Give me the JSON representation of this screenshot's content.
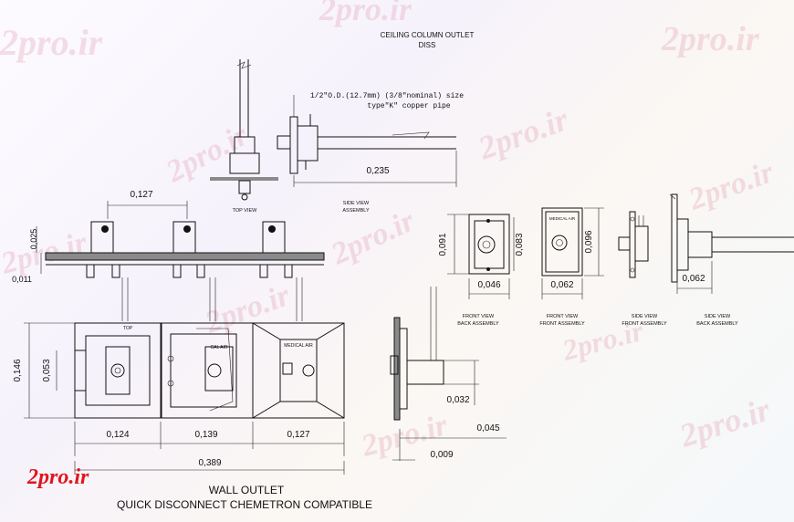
{
  "watermark": "2pro.ir",
  "logo": "2pro.ir",
  "top_section": {
    "title_line1": "CEILING COLUMN OUTLET",
    "title_line2": "DISS",
    "pipe_note_line1": "1/2\"O.D.(12.7mm) (3/8\"nominal) size",
    "pipe_note_line2": "type\"K\" copper pipe",
    "dim_side": "0,235",
    "top_view_label": "TOP VIEW",
    "side_view_label_line1": "SIDE VIEW",
    "side_view_label_line2": "ASSEMBLY"
  },
  "wall_section": {
    "dim_spacing": "0,127",
    "dim_height_small": "0,025",
    "dim_depth": "0,011",
    "dim_height": "0,146",
    "dim_inner": "0,053",
    "dim_w1": "0,124",
    "dim_w2": "0,139",
    "dim_w3": "0,127",
    "dim_total": "0,389",
    "box1_label": "TOP",
    "box2_label": "CAL AIR",
    "box3_label": "MEDICAL AIR",
    "title_line1": "WALL OUTLET",
    "title_line2": "QUICK DISCONNECT CHEMETRON COMPATIBLE"
  },
  "side_detail": {
    "dim_offset": "0,032",
    "dim_long": "0,045",
    "dim_short": "0,009"
  },
  "right_views": {
    "back_dim_h": "0,091",
    "back_dim_inner": "0,083",
    "back_dim_w": "0,046",
    "back_label_line1": "FRONT VIEW",
    "back_label_line2": "BACK ASSEMBLY",
    "front_panel_text": "MEDICAL AIR",
    "front_dim_h": "0,096",
    "front_dim_w": "0,062",
    "front_label_line1": "FRONT VIEW",
    "front_label_line2": "FRONT ASSEMBLY",
    "side_front_label_line1": "SIDE VIEW",
    "side_front_label_line2": "FRONT ASSEMBLY",
    "side_back_dim": "0,062",
    "side_back_label_line1": "SIDE VIEW",
    "side_back_label_line2": "BACK ASSEMBLY"
  }
}
